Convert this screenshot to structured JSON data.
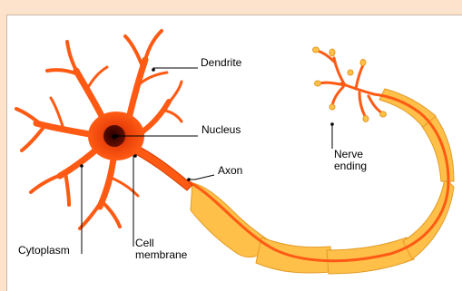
{
  "labels": {
    "dendrite": "Dendrite",
    "nucleus": "Nucleus",
    "axon": "Axon",
    "nerve_ending_line1": "Nerve",
    "nerve_ending_line2": "ending",
    "cytoplasm": "Cytoplasm",
    "cell_membrane_line1": "Cell",
    "cell_membrane_line2": "membrane"
  },
  "colors": {
    "background_border": "#fde3cb",
    "cell_body": "#ff5a14",
    "cell_outline": "#d23c00",
    "nucleus": "#5a0a00",
    "myelin": "#ffc04a",
    "myelin_outline": "#e29a24",
    "axon_core": "#ff5a14",
    "leader_line": "#000000"
  }
}
